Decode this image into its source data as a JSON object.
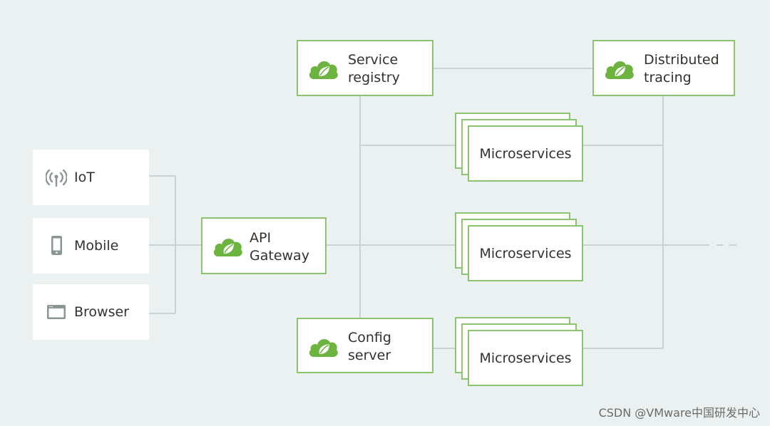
{
  "clients": [
    {
      "label": "IoT",
      "icon": "antenna-icon"
    },
    {
      "label": "Mobile",
      "icon": "phone-icon"
    },
    {
      "label": "Browser",
      "icon": "browser-window-icon"
    }
  ],
  "gateway": {
    "line1": "API",
    "line2": "Gateway"
  },
  "service_registry": {
    "line1": "Service",
    "line2": "registry"
  },
  "config_server": {
    "line1": "Config",
    "line2": "server"
  },
  "distributed_tracing": {
    "line1": "Distributed",
    "line2": "tracing"
  },
  "microservices": [
    {
      "label": "Microservices"
    },
    {
      "label": "Microservices"
    },
    {
      "label": "Microservices"
    }
  ],
  "watermark": "CSDN @VMware中国研发中心",
  "colors": {
    "background": "#ebf1f1",
    "accent_green": "#8cc36e",
    "spring_green": "#6db33f",
    "connector": "#c9d3d3",
    "text": "#34302d",
    "client_icon": "#8a9696"
  }
}
